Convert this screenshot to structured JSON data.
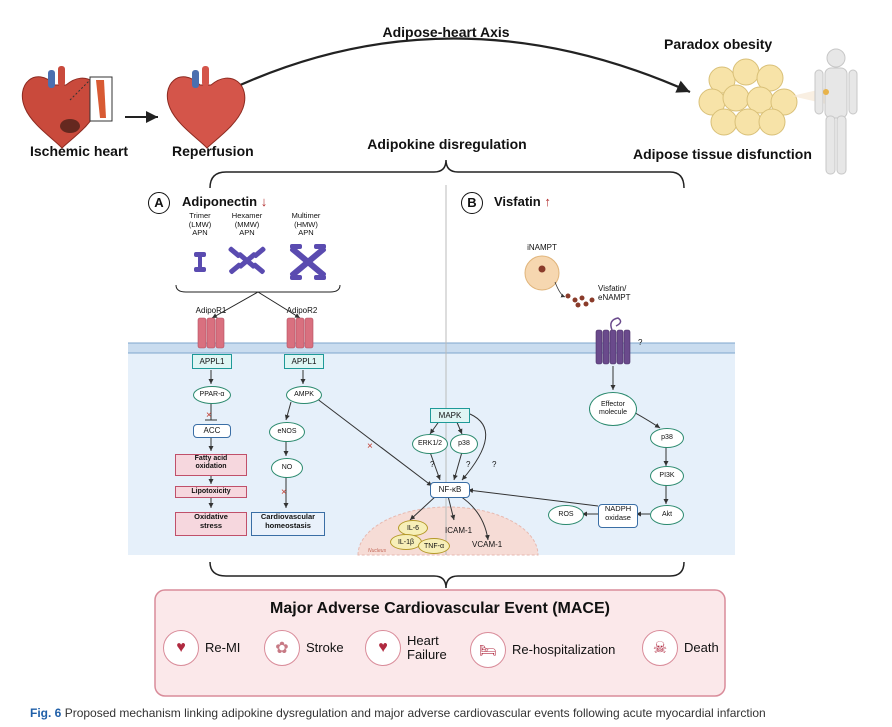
{
  "top": {
    "axis_title": "Adipose-heart Axis",
    "ischemic_heart": "Ischemic heart",
    "reperfusion": "Reperfusion",
    "paradox_obesity": "Paradox obesity",
    "adipose_dysfunction": "Adipose tissue disfunction",
    "adipokine_dysregulation": "Adipokine disregulation"
  },
  "panel_a": {
    "letter": "A",
    "title": "Adiponectin",
    "trimer": "Trimer\n(LMW)\nAPN",
    "hexamer": "Hexamer\n(MMW)\nAPN",
    "multimer": "Multimer\n(HMW)\nAPN",
    "adipor1": "AdipoR1",
    "adipor2": "AdipoR2",
    "appl1_left": "APPL1",
    "appl1_right": "APPL1",
    "ppar": "PPAR-α",
    "acc": "ACC",
    "fatty_acid": "Fatty acid\noxidation",
    "lipotoxicity": "Lipotoxicity",
    "oxidative": "Oxidative\nstress",
    "ampk": "AMPK",
    "enos": "eNOS",
    "no": "NO",
    "cardio": "Cardiovascular\nhomeostasis"
  },
  "panel_b": {
    "letter": "B",
    "title": "Visfatin",
    "inampt": "iNAMPT",
    "enampt": "Visfatin/\neNAMPT",
    "question": "?",
    "effector": "Effector\nmolecule",
    "p38": "p38",
    "pi3k": "PI3K",
    "akt": "Akt",
    "nadph": "NADPH\noxidase",
    "ros": "ROS"
  },
  "center": {
    "mapk": "MAPK",
    "erk": "ERK1/2",
    "p38": "p38",
    "q1": "?",
    "q2": "?",
    "q3": "?",
    "nfkb": "NF-κB",
    "il6": "IL-6",
    "il1b": "IL-1β",
    "tnfa": "TNF-α",
    "icam": "ICAM-1",
    "vcam": "VCAM-1",
    "nucleus": "Nucleus"
  },
  "mace": {
    "title": "Major Adverse Cardiovascular Event (MACE)",
    "items": [
      {
        "label": "Re-MI",
        "icon": "heart-icon"
      },
      {
        "label": "Stroke",
        "icon": "brain-icon"
      },
      {
        "label": "Heart\nFailure",
        "icon": "heart-failure-icon"
      },
      {
        "label": "Re-hospitalization",
        "icon": "hospital-bed-icon"
      },
      {
        "label": "Death",
        "icon": "skull-icon"
      }
    ]
  },
  "caption": {
    "label": "Fig. 6",
    "text": "Proposed mechanism linking adipokine dysregulation and major adverse cardiovascular events following acute myocardial infarction"
  },
  "colors": {
    "cell": "#e6f0fa",
    "membrane": "#c9dcef",
    "pink_box": "#f6d7de",
    "mace_bg": "#fbe8ea",
    "mace_border": "#d98c9a",
    "receptor": "#d9707f",
    "visfatin_receptor": "#6a4a8c"
  }
}
